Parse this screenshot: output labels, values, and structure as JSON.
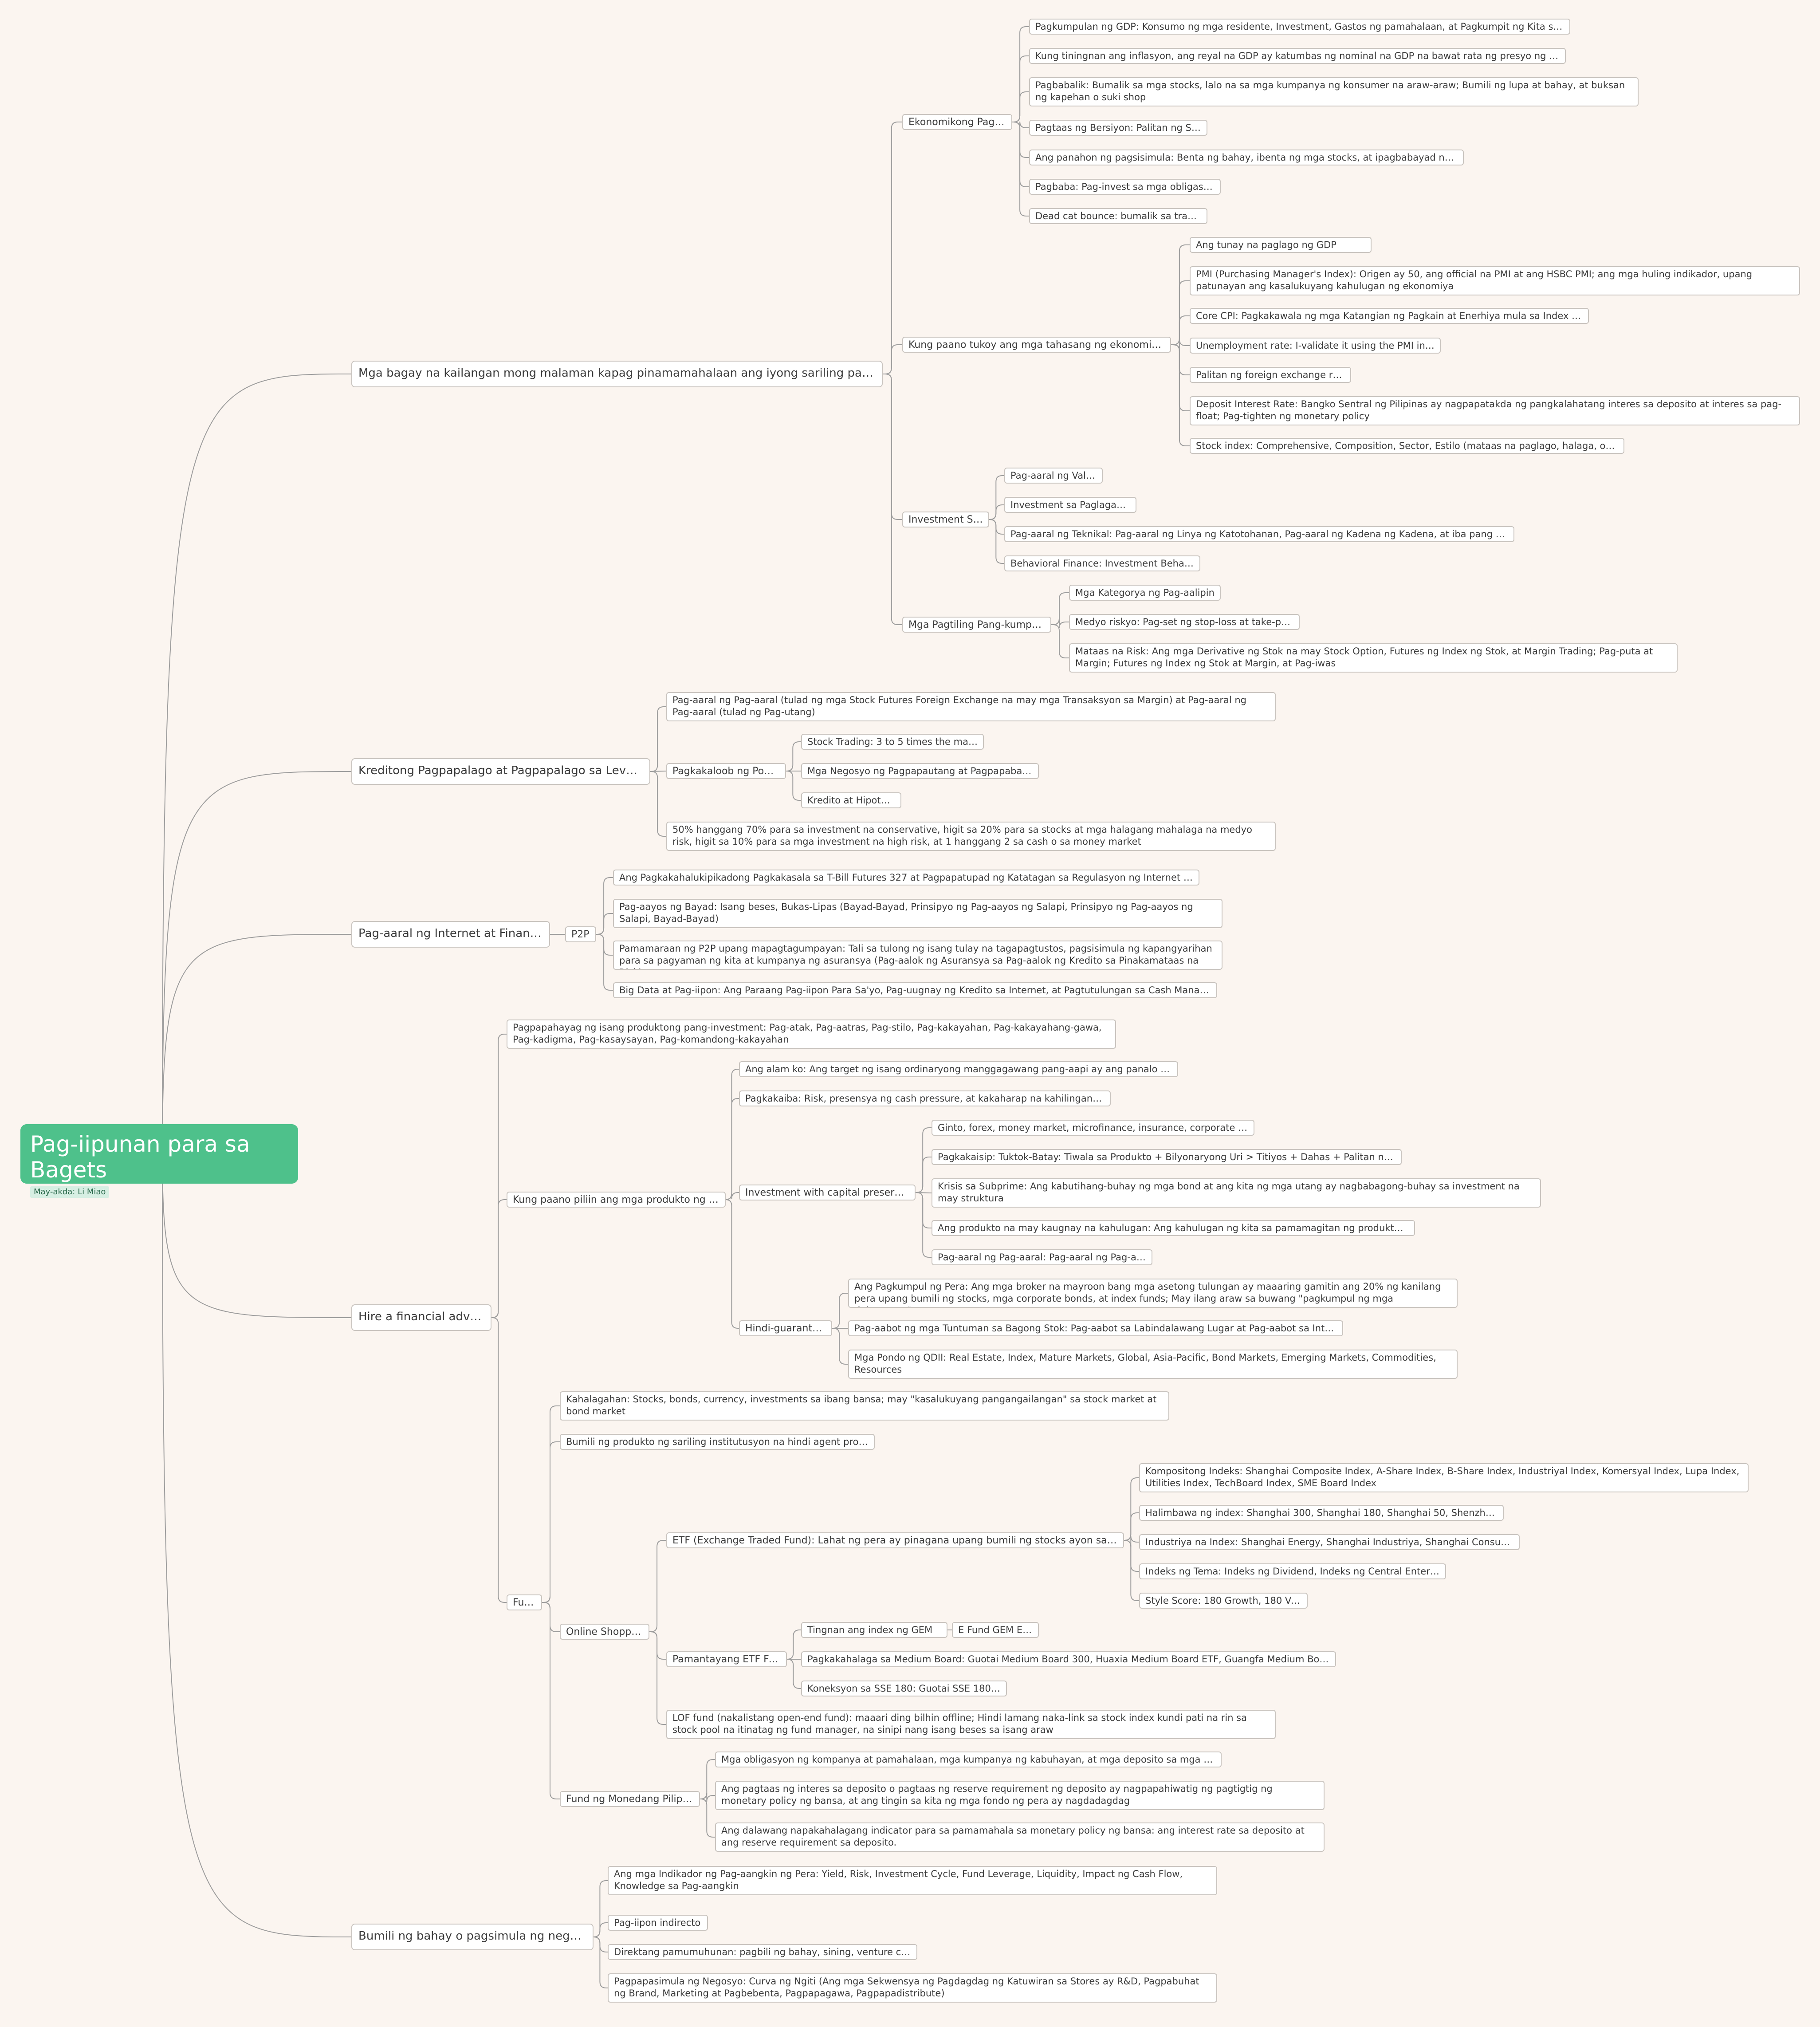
{
  "colors": {
    "background": "#fbf5f0",
    "root": "#4ec18b",
    "line": "#9d9d9d",
    "node_border": "#c9c4bf"
  },
  "root": {
    "title": "Pag-iipunan para sa Bagets",
    "author": "May-akda: Li Miao"
  },
  "branches": {
    "b1": {
      "label": "Mga bagay na kailangan mong malaman kapag pinamamahalaan ang iyong sariling pananalapi",
      "econ": {
        "label": "Ekonomikong Pag-ulit",
        "items": [
          "Pagkumpulan ng GDP: Konsumo ng mga residente, Investment, Gastos ng pamahalaan, at Pagkumpit ng Kita sa Trade",
          "Kung tiningnan ang inflasyon, ang reyal na GDP ay katumbas ng nominal na GDP na bawat rata ng presyo ng mga bili",
          "Pagbabalik: Bumalik sa mga stocks, lalo na sa mga kumpanya ng konsumer na araw-araw; Bumili ng lupa at bahay, at buksan ng kapehan o suki shop",
          "Pagtaas ng Bersiyon: Palitan ng Stok",
          "Ang panahon ng pagsisimula: Benta ng bahay, ibenta ng mga stocks, at ipagbabayad ng utang",
          "Pagbaba: Pag-invest sa mga obligasyon",
          "Dead cat bounce: bumalik sa trading"
        ]
      },
      "tuk": {
        "label": "Kung paano tukoy ang mga tahasang ng ekonomiyang ito",
        "items": [
          "Ang tunay na paglago ng GDP",
          "PMI (Purchasing Manager's Index): Origen ay 50, ang official na PMI at ang HSBC PMI; ang mga huling indikador, upang patunayan ang kasalukuyang kahulugan ng ekonomiya",
          "Core CPI: Pagkakawala ng mga Katangian ng Pagkain at Enerhiya mula sa Index ng CPI",
          "Unemployment rate: I-validate it using the PMI index",
          "Palitan ng foreign exchange rate:",
          "Deposit Interest Rate: Bangko Sentral ng Pilipinas ay nagpapatakda ng pangkalahatang interes sa deposito at interes sa pag-float; Pag-tighten ng monetary policy",
          "Stock index: Comprehensive, Composition, Sector, Estilo (mataas na paglago, halaga, oversold)"
        ]
      },
      "style": {
        "label": "Investment Style",
        "items": [
          "Pag-aaral ng Value",
          "Investment sa Paglaganap",
          "Pag-aaral ng Teknikal: Pag-aaral ng Linya ng Katotohanan, Pag-aaral ng Kadena ng Kadena, at iba pang mga ito",
          "Behavioral Finance: Investment Behavior"
        ]
      },
      "pili": {
        "label": "Mga Pagtiling Pang-kumpanya",
        "items": [
          "Mga Kategorya ng Pag-aalipin",
          "Medyo riskyo: Pag-set ng stop-loss at take-profit",
          "Mataas na Risk: Ang mga Derivative ng Stok na may Stock Option, Futures ng Index ng Stok, at Margin Trading; Pag-puta at Margin; Futures ng Index ng Stok at Margin, at Pag-iwas"
        ]
      }
    },
    "b2": {
      "label": "Kreditong Pagpapalago at Pagpapalago sa Leverage",
      "study": "Pag-aaral ng Pag-aaral (tulad ng mga Stock Futures Foreign Exchange na may mga Transaksyon sa Margin) at Pag-aaral ng Pag-aaral (tulad ng Pag-utang)",
      "fund": {
        "label": "Pagkakaloob ng Pondo",
        "items": [
          "Stock Trading: 3 to 5 times the margin",
          "Mga Negosyo ng Pagpapautang at Pagpapabayad",
          "Kredito at Hipoteca"
        ]
      },
      "alloc": "50% hanggang 70% para sa investment na conservative, higit sa 20% para sa stocks at mga halagang mahalaga na medyo risk, higit sa 10% para sa mga investment na high risk, at 1 hanggang 2 sa cash o sa money market"
    },
    "b3": {
      "label": "Pag-aaral ng Internet at Finansiya",
      "p2p": {
        "label": "P2P",
        "items": [
          "Ang Pagkakahalukipikadong Pagkakasala sa T-Bill Futures 327 at Pagpapatupad ng Katatagan sa Regulasyon ng Internet Finance",
          "Pag-aayos ng Bayad: Isang beses, Bukas-Lipas (Bayad-Bayad, Prinsipyo ng Pag-aayos ng Salapi, Prinsipyo ng Pag-aayos ng Salapi, Bayad-Bayad)",
          "Pamamaraan ng P2P upang mapagtagumpayan: Tali sa tulong ng isang tulay na tagapagtustos, pagsisimula ng kapangyarihan para sa pagyaman ng kita at kumpanya ng asuransya (Pag-aalok ng Asuransya sa Pag-aalok ng Kredito sa Pinakamataas na Risk)",
          "Big Data at Pag-iipon: Ang Paraang Pag-iipon Para Sa'yo, Pag-uugnay ng Kredito sa Internet, at Pagtutulungan sa Cash Management"
        ]
      }
    },
    "b4": {
      "label": "Hire a financial advisor",
      "declare": "Pagpapahayag ng isang produktong pang-investment: Pag-atak, Pag-aatras, Pag-stilo, Pag-kakayahan, Pag-kakayahang-gawa, Pag-kadigma, Pag-kasaysayan, Pag-komandong-kakayahan",
      "choose": {
        "label": "Kung paano piliin ang mga produkto ng pera",
        "alam": "Ang alam ko: Ang target ng isang ordinaryong manggagawang pang-aapi ay ang panalo sa CPI",
        "kaiba": "Pagkakaiba: Risk, presensya ng cash pressure, at kakaharap na kahilingan sa cash",
        "cap": {
          "label": "Investment with capital preservation",
          "items": [
            "Ginto, forex, money market, microfinance, insurance, corporate bonds",
            "Pagkakaisip: Tuktok-Batay: Tiwala sa Produkto + Bilyonaryong Uri > Titiyos + Dahas + Palitan ng Pares",
            "Krisis sa Subprime: Ang kabutihang-buhay ng mga bond at ang kita ng mga utang ay nagbabagong-buhay sa investment na may struktura",
            "Ang produkto na may kaugnay na kahulugan: Ang kahulugan ng kita sa pamamagitan ng produktong ito",
            "Pag-aaral ng Pag-aaral: Pag-aaral ng Pag-aaral"
          ]
        },
        "hindi": {
          "label": "Hindi-guaranteed",
          "items": [
            "Ang Pagkumpul ng Pera: Ang mga broker na mayroon bang mga asetong tulungan ay maaaring gamitin ang 20% ng kanilang pera upang bumili ng stocks, mga corporate bonds, at index funds; May ilang araw sa buwang \"pagkumpul ng mga dokumento\"",
            "Pag-aabot ng mga Tuntuman sa Bagong Stok: Pag-aabot sa Labindalawang Lugar at Pag-aabot sa Internet",
            "Mga Pondo ng QDII: Real Estate, Index, Mature Markets, Global, Asia-Pacific, Bond Markets, Emerging Markets, Commodities, Resources"
          ]
        }
      },
      "fund": {
        "label": "Fund",
        "kaha": "Kahalagahan: Stocks, bonds, currency, investments sa ibang bansa; may \"kasalukuyang pangangailangan\" sa stock market at bond market",
        "bumili": "Bumili ng produkto ng sariling institutusyon na hindi agent product",
        "online": {
          "label": "Online Shopping",
          "etf": {
            "label": "ETF (Exchange Traded Fund): Lahat ng pera ay pinagana upang bumili ng stocks ayon sa stock index",
            "items": [
              "Kompositong Indeks: Shanghai Composite Index, A-Share Index, B-Share Index, Industriyal Index, Komersyal Index, Lupa Index, Utilities Index, TechBoard Index, SME Board Index",
              "Halimbawa ng index: Shanghai 300, Shanghai 180, Shanghai 50, Shenzhen 100,",
              "Industriya na Index: Shanghai Energy, Shanghai Industriya, Shanghai Consumption",
              "Indeks ng Tema: Indeks ng Dividend, Indeks ng Central Enterprise",
              "Style Score: 180 Growth, 180 Value"
            ]
          },
          "pam": {
            "label": "Pamantayang ETF Fund",
            "gem": "Tingnan ang index ng GEM",
            "gem_child": "E Fund GEM ETF",
            "medium": "Pagkakahalaga sa Medium Board: Guotai Medium Board 300, Huaxia Medium Board ETF, Guangfa Medium Board 300",
            "sse": "Koneksyon sa SSE 180: Guotai SSE 180 Gold"
          },
          "lof": "LOF fund (nakalistang open-end fund): maaari ding bilhin offline; Hindi lamang naka-link sa stock index kundi pati na rin sa stock pool na itinatag ng fund manager, na sinipi nang isang beses sa isang araw"
        },
        "mon": {
          "label": "Fund ng Monedang Pilipino",
          "items": [
            "Mga obligasyon ng kompanya at pamahalaan, mga kumpanya ng kabuhayan, at mga deposito sa mga bangko",
            "Ang pagtaas ng interes sa deposito o pagtaas ng reserve requirement ng deposito ay nagpapahiwatig ng pagtigtig ng monetary policy ng bansa, at ang tingin sa kita ng mga fondo ng pera ay nagdadagdag",
            "Ang dalawang napakahalagang indicator para sa pamamahala sa monetary policy ng bansa: ang interest rate sa deposito at ang reserve requirement sa deposito."
          ]
        }
      }
    },
    "b5": {
      "label": "Bumili ng bahay o pagsimula ng negosyo",
      "items": [
        "Ang mga Indikador ng Pag-aangkin ng Pera: Yield, Risk, Investment Cycle, Fund Leverage, Liquidity, Impact ng Cash Flow, Knowledge sa Pag-aangkin",
        "Pag-iipon indirecto",
        "Direktang pamumuhunan: pagbili ng bahay, sining, venture capital",
        "Pagpapasimula ng Negosyo: Curva ng Ngiti (Ang mga Sekwensya ng Pagdagdag ng Katuwiran sa Stores ay R&D, Pagpabuhat ng Brand, Marketing at Pagbebenta, Pagpapagawa, Pagpapadistribute)"
      ]
    }
  }
}
